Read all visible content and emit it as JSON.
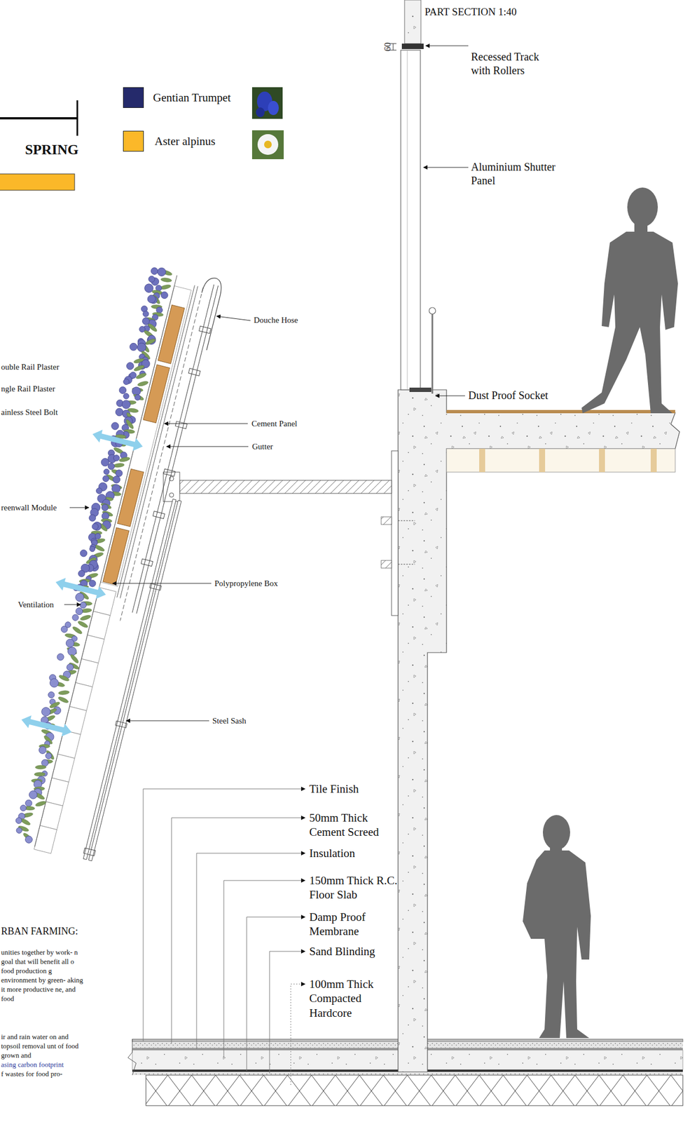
{
  "diagram": {
    "title": "PART SECTION 1:40",
    "labels": [
      "60",
      "Recessed Track with Rollers",
      "Aluminium Shutter Panel",
      "SPRING",
      "Douche Hose",
      "ouble Rail Plaster",
      "ngle Rail Plaster",
      "ainless Steel Bolt",
      "Cement Panel",
      "Gutter",
      "reenwall Module",
      "Polypropylene Box",
      "Ventilation",
      "Steel Sash",
      "Dust Proof Socket",
      "Tile Finish",
      "50mm Thick Cement Screed",
      "Insulation",
      "150mm Thick R.C. Floor Slab",
      "Damp Proof Membrane",
      "Sand Blinding",
      "100mm Thick Compacted Hardcore",
      "RBAN FARMING:",
      "unities together by work- n goal that will benefit all o food production g environment by green- aking it more productive ne, and food",
      "ir and rain water on and topsoil removal unt of food grown and",
      "asing carbon footprint",
      "f wastes for food pro-"
    ],
    "legend": [
      {
        "text": "Gentian Trumpet",
        "color": "#252a6b"
      },
      {
        "text": "Aster alpinus",
        "color": "#fbb829"
      }
    ]
  }
}
